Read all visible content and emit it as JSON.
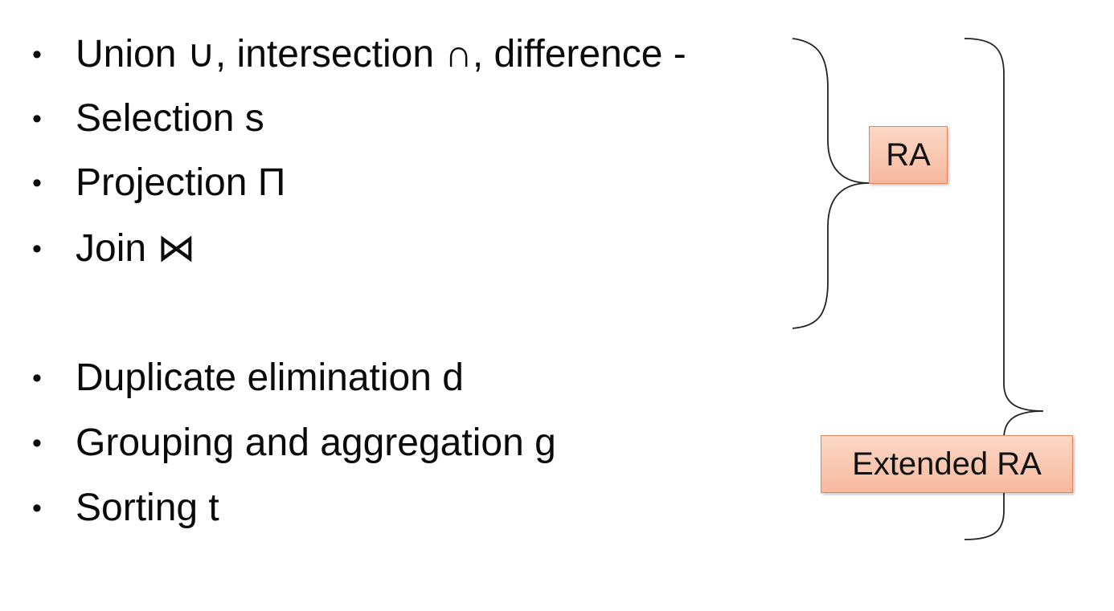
{
  "bullet_glyph": "•",
  "operations": [
    {
      "label": "Union ∪, intersection ∩, difference -"
    },
    {
      "label": "Selection  s"
    },
    {
      "label": "Projection Π"
    },
    {
      "label": "Join ⋈"
    },
    {
      "label": "Duplicate elimination d"
    },
    {
      "label": "Grouping and aggregation g"
    },
    {
      "label": "Sorting t"
    }
  ],
  "groups": {
    "ra_label": "RA",
    "extended_ra_label": "Extended RA"
  },
  "colors": {
    "text": "#0a0a0a",
    "label_fill": "#f8c8b0",
    "label_border": "#e2845c",
    "brace": "#222222"
  }
}
